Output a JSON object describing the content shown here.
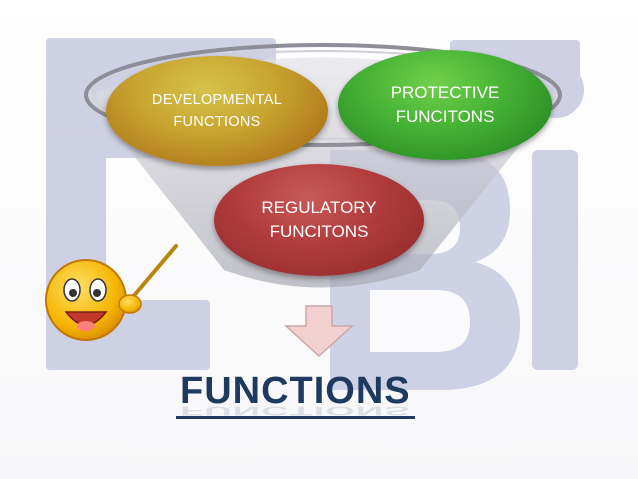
{
  "diagram": {
    "circles": [
      {
        "id": "developmental",
        "lines": [
          "DEVELOPMENTAL",
          "FUNCTIONS"
        ]
      },
      {
        "id": "protective",
        "lines": [
          "PROTECTIVE",
          "FUNCITONS"
        ]
      },
      {
        "id": "regulatory",
        "lines": [
          "REGULATORY",
          "FUNCITONS"
        ]
      }
    ],
    "result_title": "FUNCTIONS"
  },
  "colors": {
    "developmental": "#c8a530",
    "protective": "#43b033",
    "regulatory": "#b03b3b",
    "funnel": "#c9c9d1",
    "title": "#1f3a5f",
    "arrow": "#f2d0cf",
    "watermark": "#c7c9e0"
  },
  "icons": [
    "smiley-pointer-icon",
    "down-arrow-icon"
  ]
}
